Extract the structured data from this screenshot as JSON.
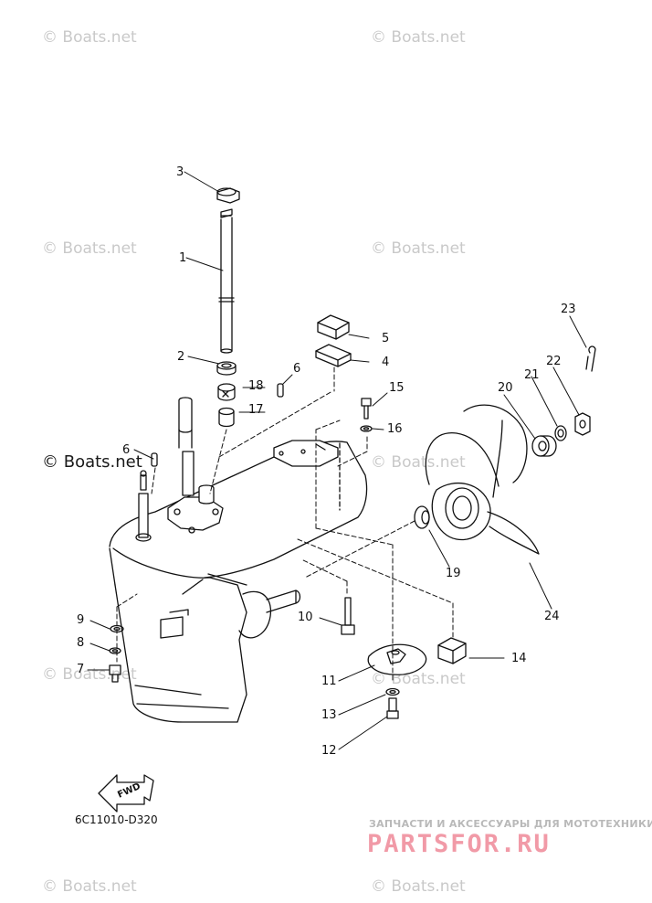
{
  "watermarks": [
    "© Boats.net",
    "© Boats.net",
    "© Boats.net",
    "© Boats.net",
    "© Boats.net",
    "© Boats.net",
    "© Boats.net",
    "© Boats.net",
    "© Boats.net"
  ],
  "watermark_prominent": "© Boats.net",
  "part_labels": [
    "1",
    "2",
    "3",
    "4",
    "5",
    "6",
    "6",
    "7",
    "8",
    "9",
    "10",
    "11",
    "12",
    "13",
    "14",
    "15",
    "16",
    "17",
    "18",
    "19",
    "20",
    "21",
    "22",
    "23",
    "24"
  ],
  "fwd_label": "FWD",
  "diagram_code": "6C11010-D320",
  "footer": {
    "tagline": "ЗАПЧАСТИ И АКСЕССУАРЫ ДЛЯ МОТОТЕХНИКИ",
    "brand": "PARTSFOR.RU"
  },
  "colors": {
    "line": "#111111",
    "watermark": "#c9c9c9",
    "brand": "#f19aa7"
  }
}
